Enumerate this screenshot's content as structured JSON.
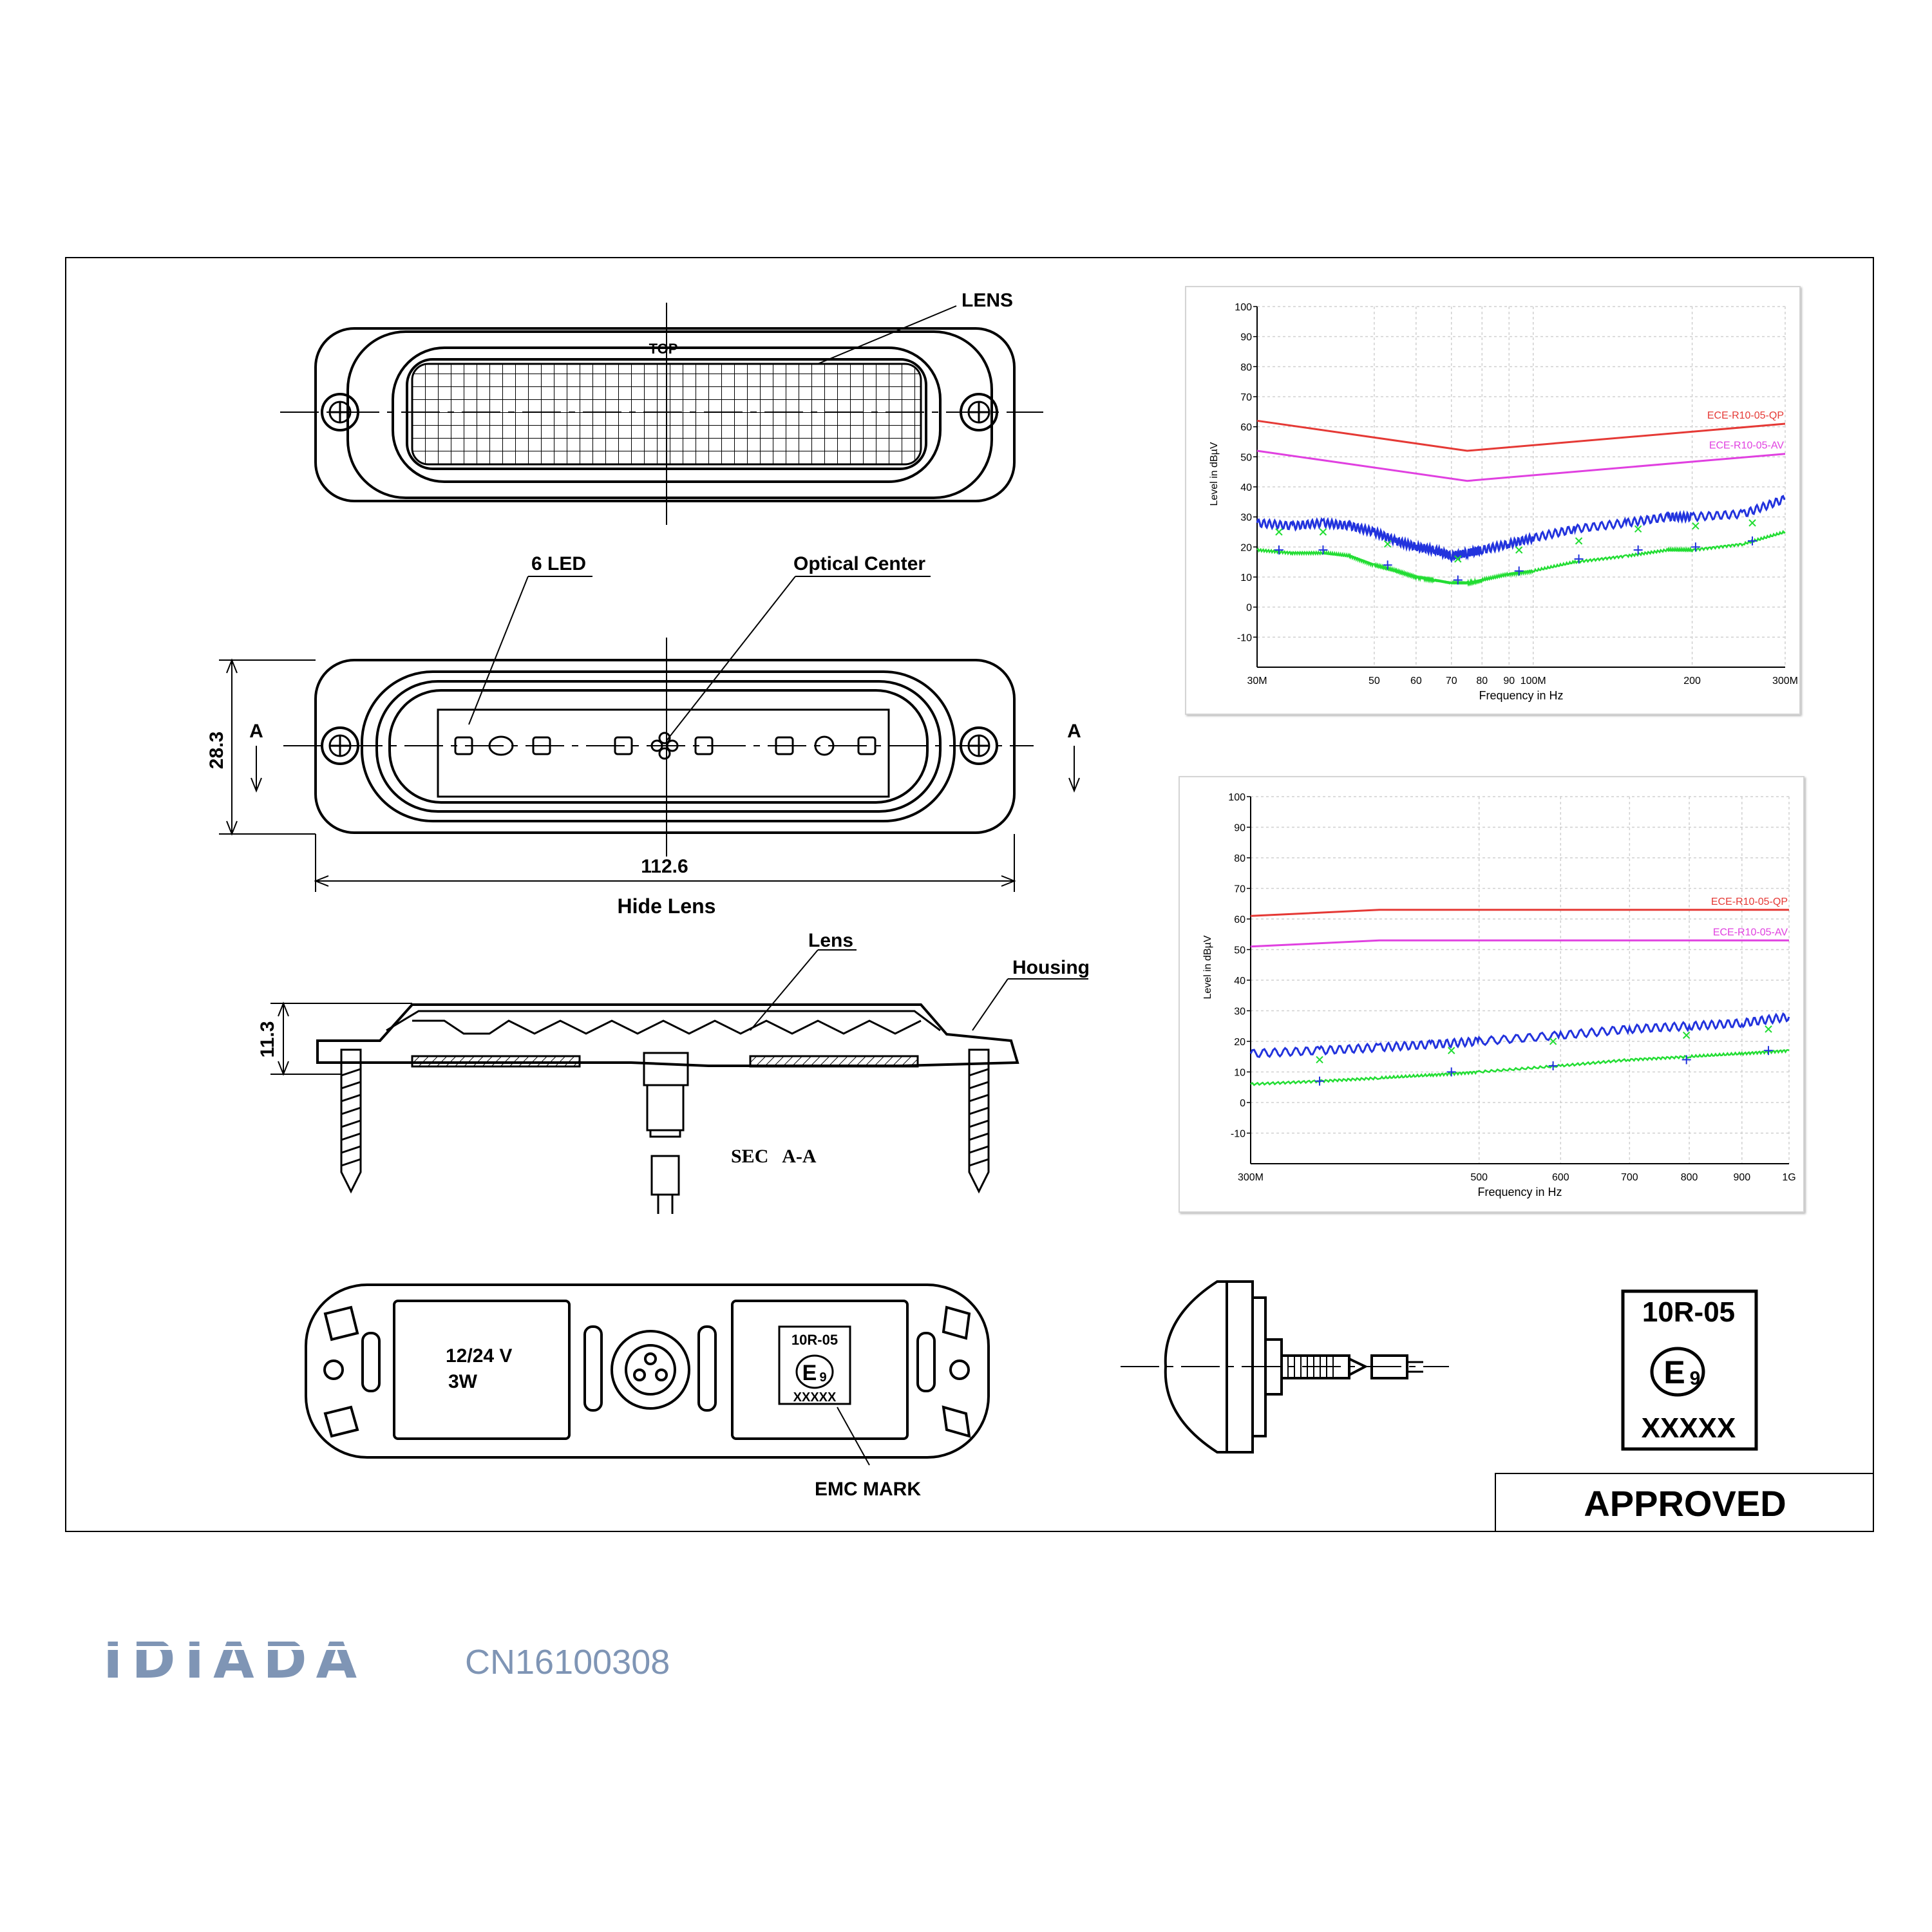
{
  "drawing": {
    "top_view": {
      "lens_label": "LENS",
      "top_text": "TOP"
    },
    "front_view": {
      "led_label": "6 LED",
      "optical_center_label": "Optical Center",
      "height_dim": "28.3",
      "width_dim": "112.6",
      "section_marker_left": "A",
      "section_marker_right": "A",
      "caption": "Hide Lens"
    },
    "section_view": {
      "lens_label": "Lens",
      "housing_label": "Housing",
      "height_dim": "11.3",
      "caption": "SEC   A-A"
    },
    "back_view": {
      "voltage": "12/24 V",
      "power": "3W",
      "mark_code": "10R-05",
      "mark_e": "E",
      "mark_num": "9",
      "mark_x": "XXXXX",
      "emc_label": "EMC MARK"
    },
    "approval_mark": {
      "code": "10R-05",
      "e": "E",
      "num": "9",
      "x": "XXXXX"
    }
  },
  "approved_label": "APPROVED",
  "footer": {
    "logo": "IDIADA",
    "code": "CN16100308"
  },
  "colors": {
    "qp": "#e53935",
    "av": "#e040e0",
    "peak": "#2233dd",
    "avg": "#22dd33",
    "logo": "#7f95b5"
  },
  "chart_data": [
    {
      "type": "line",
      "xlabel": "Frequency in Hz",
      "ylabel": "Level in dBµV",
      "x_scale": "log",
      "xlim": [
        30,
        300
      ],
      "ylim": [
        -20,
        100
      ],
      "x_ticks": [
        {
          "v": 30,
          "label": "30M"
        },
        {
          "v": 50,
          "label": "50"
        },
        {
          "v": 60,
          "label": "60"
        },
        {
          "v": 70,
          "label": "70"
        },
        {
          "v": 80,
          "label": "80"
        },
        {
          "v": 90,
          "label": "90"
        },
        {
          "v": 100,
          "label": "100M"
        },
        {
          "v": 200,
          "label": "200"
        },
        {
          "v": 300,
          "label": "300M"
        }
      ],
      "y_ticks": [
        -10,
        0,
        10,
        20,
        30,
        40,
        50,
        60,
        70,
        80,
        90,
        100
      ],
      "grid": true,
      "series": [
        {
          "name": "ECE-R10-05-QP",
          "style": "limit",
          "color": "qp",
          "x": [
            30,
            75,
            300
          ],
          "y": [
            62,
            52,
            61
          ]
        },
        {
          "name": "ECE-R10-05-AV",
          "style": "limit",
          "color": "av",
          "x": [
            30,
            75,
            300
          ],
          "y": [
            52,
            42,
            51
          ]
        },
        {
          "style": "trace",
          "color": "peak",
          "x": [
            30,
            35,
            40,
            45,
            50,
            55,
            60,
            65,
            70,
            75,
            80,
            90,
            100,
            120,
            150,
            180,
            200,
            250,
            300
          ],
          "y": [
            28,
            27,
            28,
            27,
            25,
            22,
            20,
            19,
            17,
            18,
            19,
            21,
            23,
            26,
            28,
            30,
            30,
            31,
            36
          ]
        },
        {
          "style": "trace",
          "color": "avg",
          "x": [
            30,
            35,
            40,
            45,
            50,
            55,
            60,
            65,
            70,
            75,
            80,
            90,
            100,
            120,
            150,
            180,
            200,
            250,
            300
          ],
          "y": [
            19,
            18,
            18,
            17,
            14,
            12,
            10,
            9,
            8,
            8,
            9,
            11,
            12,
            15,
            17,
            19,
            19,
            21,
            25
          ]
        },
        {
          "style": "cross",
          "color": "avg",
          "x": [
            33,
            40,
            53,
            72,
            94,
            122,
            158,
            203,
            260
          ],
          "y": [
            25,
            25,
            21,
            16,
            19,
            22,
            26,
            27,
            28
          ]
        },
        {
          "style": "plus",
          "color": "peak",
          "x": [
            33,
            40,
            53,
            72,
            94,
            122,
            158,
            203,
            260
          ],
          "y": [
            19,
            19,
            14,
            9,
            12,
            16,
            19,
            20,
            22
          ]
        }
      ]
    },
    {
      "type": "line",
      "xlabel": "Frequency in Hz",
      "ylabel": "Level in dBµV",
      "x_scale": "log",
      "xlim": [
        300,
        1000
      ],
      "ylim": [
        -20,
        100
      ],
      "x_ticks": [
        {
          "v": 300,
          "label": "300M"
        },
        {
          "v": 500,
          "label": "500"
        },
        {
          "v": 600,
          "label": "600"
        },
        {
          "v": 700,
          "label": "700"
        },
        {
          "v": 800,
          "label": "800"
        },
        {
          "v": 900,
          "label": "900"
        },
        {
          "v": 1000,
          "label": "1G"
        }
      ],
      "y_ticks": [
        -10,
        0,
        10,
        20,
        30,
        40,
        50,
        60,
        70,
        80,
        90,
        100
      ],
      "grid": true,
      "series": [
        {
          "name": "ECE-R10-05-QP",
          "style": "limit",
          "color": "qp",
          "x": [
            300,
            400,
            1000
          ],
          "y": [
            61,
            63,
            63
          ]
        },
        {
          "name": "ECE-R10-05-AV",
          "style": "limit",
          "color": "av",
          "x": [
            300,
            400,
            1000
          ],
          "y": [
            51,
            53,
            53
          ]
        },
        {
          "style": "trace",
          "color": "peak",
          "x": [
            300,
            350,
            400,
            450,
            500,
            600,
            700,
            800,
            900,
            1000
          ],
          "y": [
            16,
            17,
            18,
            19,
            20,
            22,
            24,
            25,
            26,
            28
          ]
        },
        {
          "style": "trace",
          "color": "avg",
          "x": [
            300,
            350,
            400,
            450,
            500,
            600,
            700,
            800,
            900,
            1000
          ],
          "y": [
            6,
            7,
            8,
            9,
            10,
            12,
            14,
            15,
            16,
            17
          ]
        },
        {
          "style": "cross",
          "color": "avg",
          "x": [
            350,
            470,
            590,
            795,
            955
          ],
          "y": [
            14,
            17,
            20,
            22,
            24
          ]
        },
        {
          "style": "plus",
          "color": "peak",
          "x": [
            350,
            470,
            590,
            795,
            955
          ],
          "y": [
            7,
            10,
            12,
            14,
            17
          ]
        }
      ]
    }
  ]
}
